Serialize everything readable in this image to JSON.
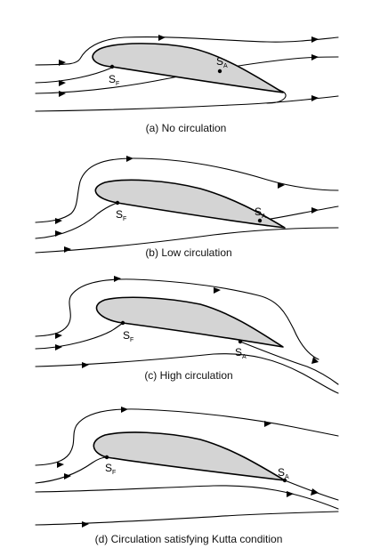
{
  "panels": [
    {
      "caption": "(a) No circulation",
      "front_point": {
        "letter": "S",
        "sub": "F"
      },
      "aft_point": {
        "letter": "S",
        "sub": "A"
      }
    },
    {
      "caption": "(b) Low circulation",
      "front_point": {
        "letter": "S",
        "sub": "F"
      },
      "aft_point": {
        "letter": "S",
        "sub": "A"
      }
    },
    {
      "caption": "(c) High circulation",
      "front_point": {
        "letter": "S",
        "sub": "F"
      },
      "aft_point": {
        "letter": "S",
        "sub": "A"
      }
    },
    {
      "caption": "(d) Circulation satisfying Kutta condition",
      "front_point": {
        "letter": "S",
        "sub": "F"
      },
      "aft_point": {
        "letter": "S",
        "sub": "A"
      }
    }
  ],
  "colors": {
    "airfoil_fill": "#d4d4d4",
    "line": "#000000"
  }
}
